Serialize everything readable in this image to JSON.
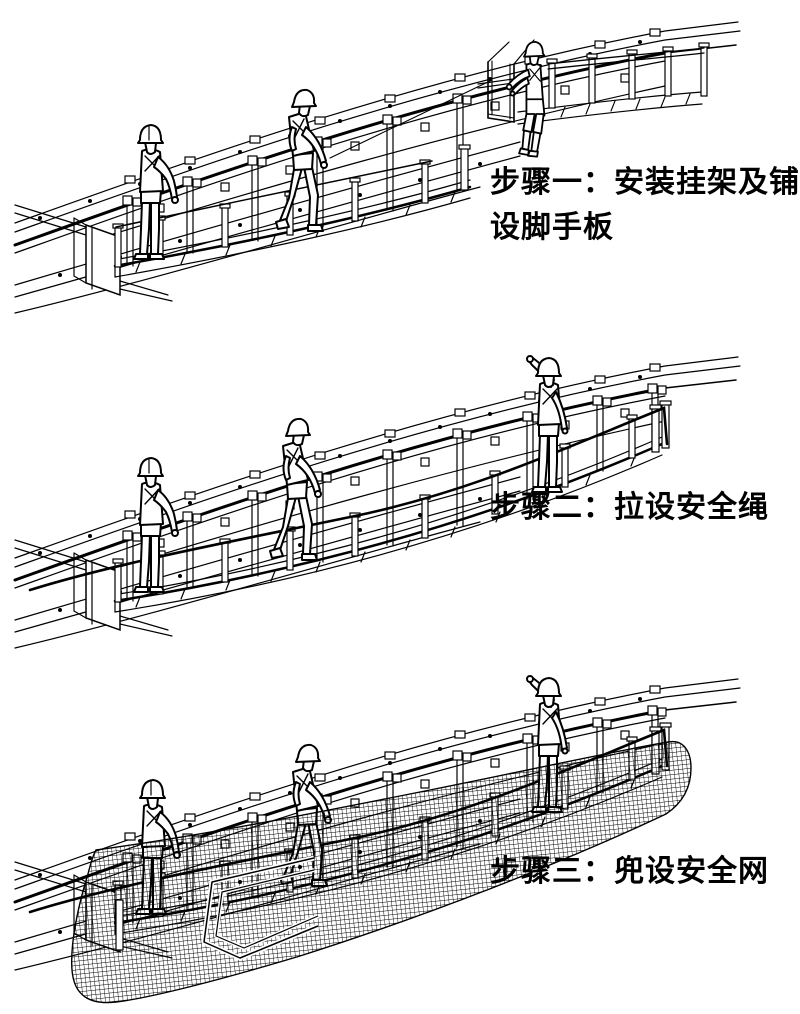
{
  "colors": {
    "ink": "#000000",
    "background": "#ffffff"
  },
  "captions": [
    {
      "step": 1,
      "lines": [
        "步骤一：安装挂架及铺",
        "设脚手板"
      ]
    },
    {
      "step": 2,
      "lines": [
        "步骤二：拉设安全绳"
      ]
    },
    {
      "step": 3,
      "lines": [
        "步骤三：兜设安全网"
      ]
    }
  ]
}
